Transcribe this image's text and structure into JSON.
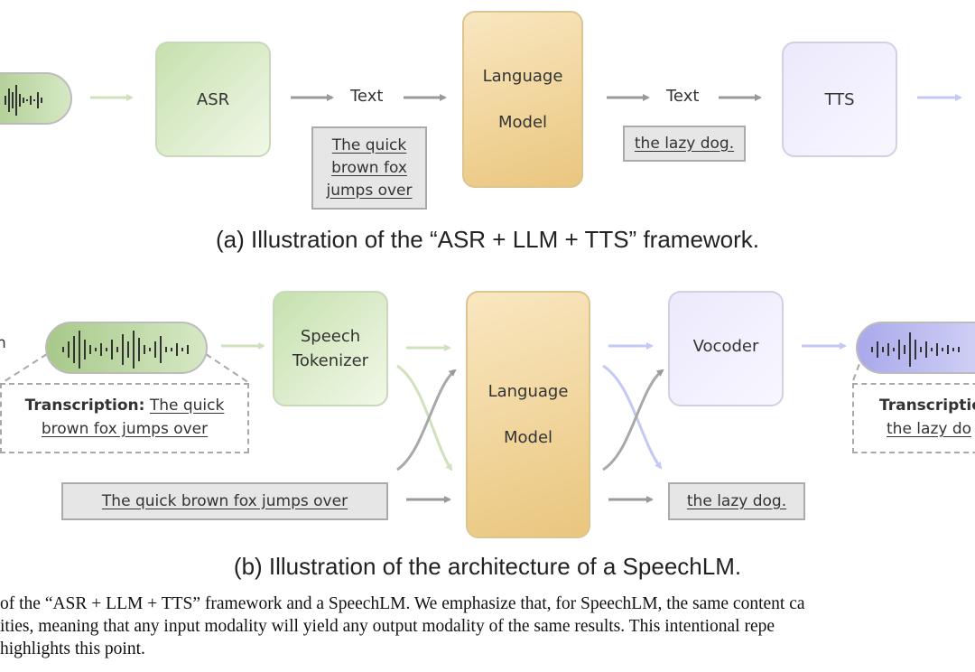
{
  "panel_a": {
    "asr_label": "ASR",
    "text_left": "Text",
    "lm_line1": "Language",
    "lm_line2": "Model",
    "text_right": "Text",
    "tts_label": "TTS",
    "input_text_lines": [
      "The quick",
      "brown fox",
      "jumps over"
    ],
    "output_text": "the lazy dog.",
    "caption": "(a) Illustration of the “ASR + LLM + TTS” framework."
  },
  "panel_b": {
    "left_cut_label": "h",
    "tokenizer_line1": "Speech",
    "tokenizer_line2": "Tokenizer",
    "lm_line1": "Language",
    "lm_line2": "Model",
    "vocoder_label": "Vocoder",
    "transcription_in_label": "Transcription:",
    "transcription_in_text1": "The quick",
    "transcription_in_text2": "brown fox jumps over",
    "text_input": "The quick brown fox jumps over",
    "text_output": "the lazy dog.",
    "transcription_out_label": "Transcriptio",
    "transcription_out_text": "the lazy do",
    "caption": "(b) Illustration of the architecture of a SpeechLM."
  },
  "figure_caption": {
    "line1": "of the “ASR + LLM + TTS” framework and a SpeechLM. We emphasize that, for SpeechLM, the same content ca",
    "line2": "ities, meaning that any input modality will yield any output modality of the same results. This intentional repe",
    "line3": "highlights this point."
  },
  "colors": {
    "green_arrow": "#d6e4c3",
    "gray_arrow": "#9a9a9a",
    "blue_arrow": "#c9cdf5"
  }
}
